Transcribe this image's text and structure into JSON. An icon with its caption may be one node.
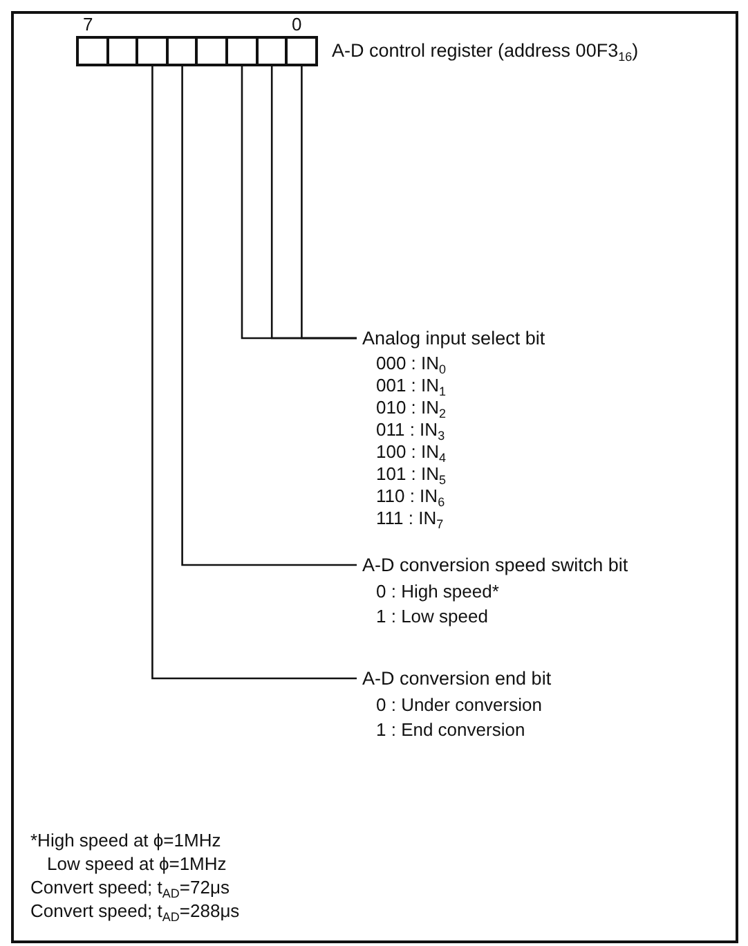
{
  "diagram": {
    "nodes": [
      {
        "text": [],
        "shape": "box"
      },
      {
        "text": [],
        "shape": "box"
      },
      {
        "text": [],
        "shape": "box"
      },
      {
        "text": [],
        "shape": "box"
      },
      {
        "text": [],
        "shape": "box"
      },
      {
        "text": [],
        "shape": "box"
      },
      {
        "text": [],
        "shape": "box"
      },
      {
        "text": [],
        "shape": "box"
      },
      {
        "text": [
          "Analog input select bit",
          "000 : IN$_{0}$",
          "001 : IN$_{1}$",
          "010 : IN$_{2}$",
          "011 : IN$_{3}$",
          "100 : IN$_{4}$",
          "101 : IN$_{5}$",
          "110 : IN$_{6}$",
          "111 : IN$_{7}$"
        ]
      },
      {
        "text": [
          "A-D conversion speed switch bit",
          "0 : High speed*",
          "1 : Low speed"
        ]
      },
      {
        "text": [
          "A-D conversion end bit",
          "0 : Under conversion",
          "1 : End conversion"
        ]
      }
    ],
    "edges": [
      {
        "from": 5,
        "to": 8,
        "arrow": "none"
      },
      {
        "from": 6,
        "to": 8,
        "arrow": "none"
      },
      {
        "from": 7,
        "to": 8,
        "arrow": "none"
      },
      {
        "from": 3,
        "to": 9,
        "arrow": "none"
      },
      {
        "from": 2,
        "to": 10,
        "arrow": "none"
      }
    ],
    "labels": [
      "7",
      "0",
      "A-D control register (address 00F3$_{16}$)",
      "*High speed at ϕ=1MHz",
      "Low speed at ϕ=1MHz",
      "Convert speed; t$_{AD}$=72μs",
      "Convert speed; t$_{AD}$=288μs"
    ]
  }
}
